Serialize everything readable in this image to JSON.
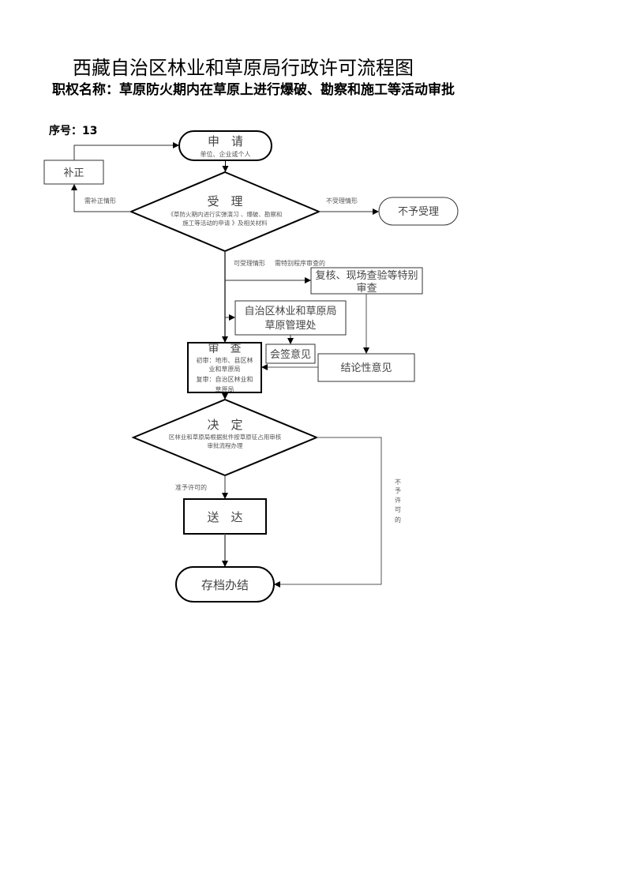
{
  "header": {
    "title": "西藏自治区林业和草原局行政许可流程图",
    "subtitle": "职权名称：草原防火期内在草原上进行爆破、勘察和施工等活动审批",
    "serial": "序号：13"
  },
  "nodes": {
    "apply": {
      "title": "申　请",
      "sub": "单位、企业或个人"
    },
    "correct": {
      "title": "补正"
    },
    "accept": {
      "title": "受　理",
      "sub_line1": "《草防火期内进行实弹演习 、爆破、勘察和",
      "sub_line2": "施工等活动的申请 》及相关材料"
    },
    "reject": {
      "title": "不予受理"
    },
    "special_review": {
      "line1": "复核、现场查验等特别",
      "line2": "审查"
    },
    "grassland_office": {
      "line1": "自治区林业和草原局",
      "line2": "草原管理处"
    },
    "review": {
      "title": "审　查",
      "line1": "初审：地市、县区林",
      "line2": "业和草原局",
      "line3": "复审：自治区林业和",
      "line4": "草原局"
    },
    "countersign": {
      "title": "会签意见"
    },
    "conclusion": {
      "title": "结论性意见"
    },
    "decision": {
      "title": "决　定",
      "sub_line1": "区林业和草原局根据批件按草原征占用审核",
      "sub_line2": "审批流程办理"
    },
    "deliver": {
      "title": "送　达"
    },
    "archive": {
      "title": "存档办结"
    }
  },
  "edges": {
    "need_correction": "需补正情形",
    "not_accepted": "不受理情形",
    "accepted": "可受理情形",
    "special_procedure": "需特别程序审查的",
    "approved": "准予许可的",
    "not_approved": [
      "不",
      "予",
      "许",
      "可",
      "的"
    ]
  }
}
